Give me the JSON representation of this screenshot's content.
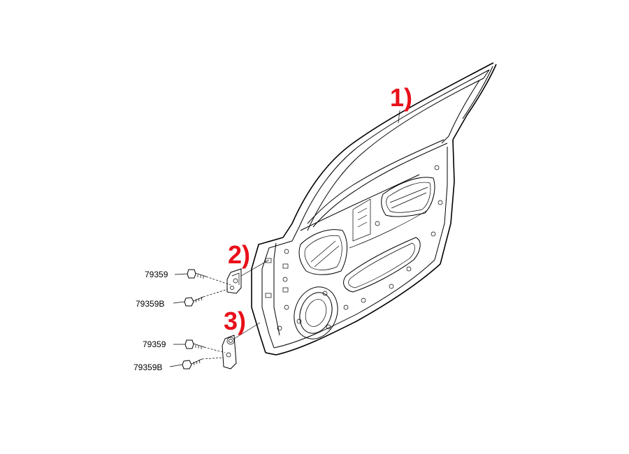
{
  "callouts": {
    "door": "1)",
    "upper_hinge": "2)",
    "lower_hinge": "3)"
  },
  "part_labels": {
    "upper_bolt_a": "79359",
    "upper_bolt_b": "79359B",
    "lower_bolt_a": "79359",
    "lower_bolt_b": "79359B"
  },
  "colors": {
    "callout": "#e8101a",
    "line": "#000000",
    "background": "#ffffff"
  }
}
